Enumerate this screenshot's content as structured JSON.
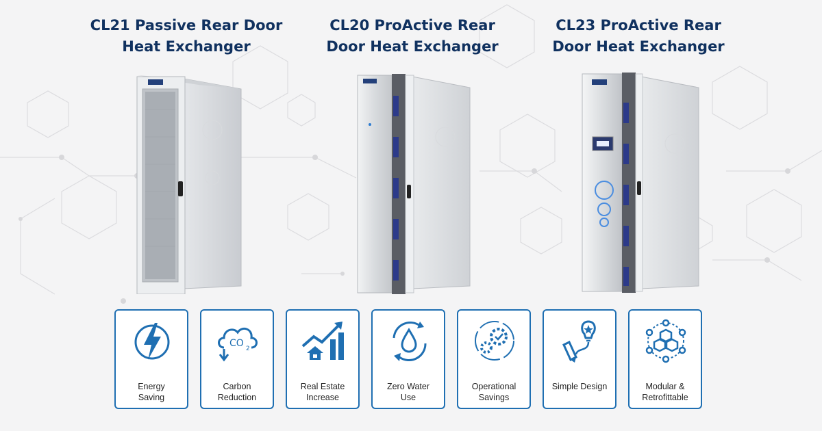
{
  "products": [
    {
      "title_line1": "CL21 Passive Rear Door",
      "title_line2": "Heat Exchanger"
    },
    {
      "title_line1": "CL20 ProActive Rear",
      "title_line2": "Door Heat Exchanger"
    },
    {
      "title_line1": "CL23 ProActive Rear",
      "title_line2": "Door Heat Exchanger"
    }
  ],
  "features": [
    {
      "line1": "Energy",
      "line2": "Saving",
      "icon": "lightning-bolt-icon"
    },
    {
      "line1": "Carbon",
      "line2": "Reduction",
      "icon": "co2-cloud-icon"
    },
    {
      "line1": "Real Estate",
      "line2": "Increase",
      "icon": "growth-chart-house-icon"
    },
    {
      "line1": "Zero Water",
      "line2": "Use",
      "icon": "water-drop-cycle-icon"
    },
    {
      "line1": "Operational",
      "line2": "Savings",
      "icon": "gears-check-icon"
    },
    {
      "line1": "Simple Design",
      "line2": "",
      "icon": "pencil-lightbulb-icon"
    },
    {
      "line1": "Modular &",
      "line2": "Retrofittable",
      "icon": "modular-cubes-icon"
    }
  ],
  "colors": {
    "title": "#10315f",
    "icon_blue": "#1f6fb2",
    "card_border": "#1f6fb2"
  }
}
